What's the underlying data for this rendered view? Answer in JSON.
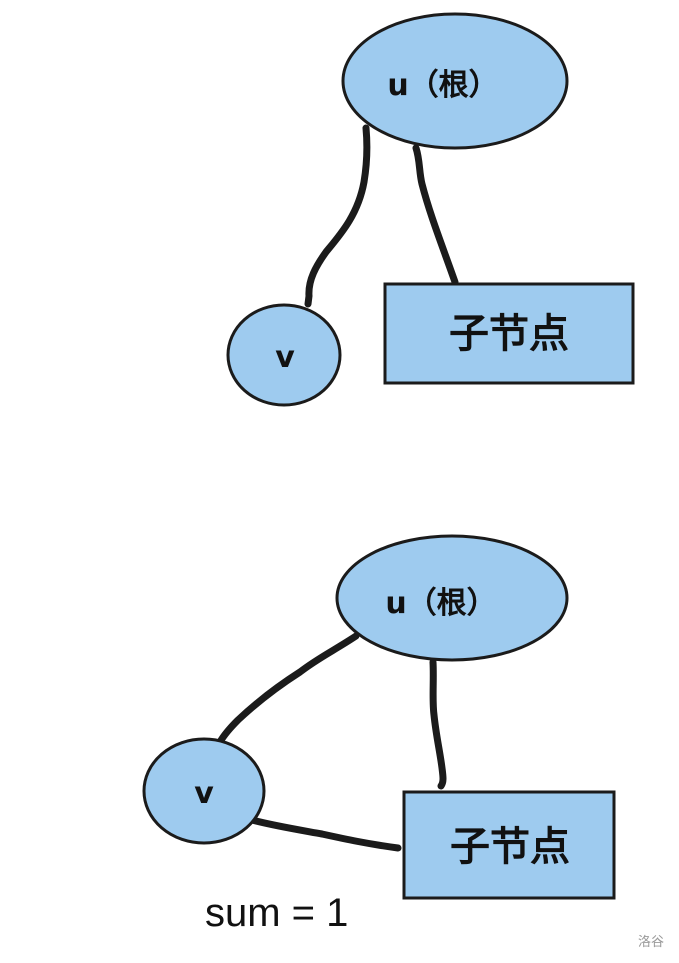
{
  "style": {
    "node_fill": "#9ecbef",
    "node_stroke": "#1b1b1b",
    "edge_color": "#1b1b1b"
  },
  "diagram_top": {
    "root_label": "u（根）",
    "v_label": "v",
    "child_label": "子节点",
    "edges": [
      {
        "from": "root",
        "to": "v"
      },
      {
        "from": "root",
        "to": "child"
      }
    ]
  },
  "diagram_bottom": {
    "root_label": "u（根）",
    "v_label": "v",
    "child_label": "子节点",
    "edges": [
      {
        "from": "root",
        "to": "v"
      },
      {
        "from": "root",
        "to": "child"
      },
      {
        "from": "v",
        "to": "child"
      }
    ],
    "caption": "sum = 1"
  },
  "watermark": "洛谷"
}
